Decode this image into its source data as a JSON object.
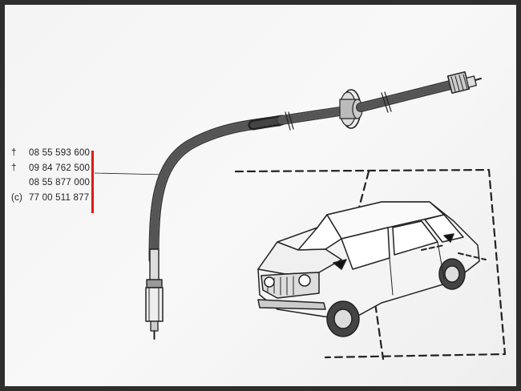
{
  "parts": [
    {
      "mark": "†",
      "number": "08 55 593 600"
    },
    {
      "mark": "†",
      "number": "09 84 762 500"
    },
    {
      "mark": "",
      "number": "08 55 877 000"
    },
    {
      "mark": "(c)",
      "number": "77 00 511 877"
    }
  ],
  "colors": {
    "highlight": "#e01818",
    "ink": "#222222",
    "paper": "#f4f4f4"
  },
  "icons": [
    "speedometer-cable-drawing",
    "car-drawing",
    "location-arrow"
  ]
}
